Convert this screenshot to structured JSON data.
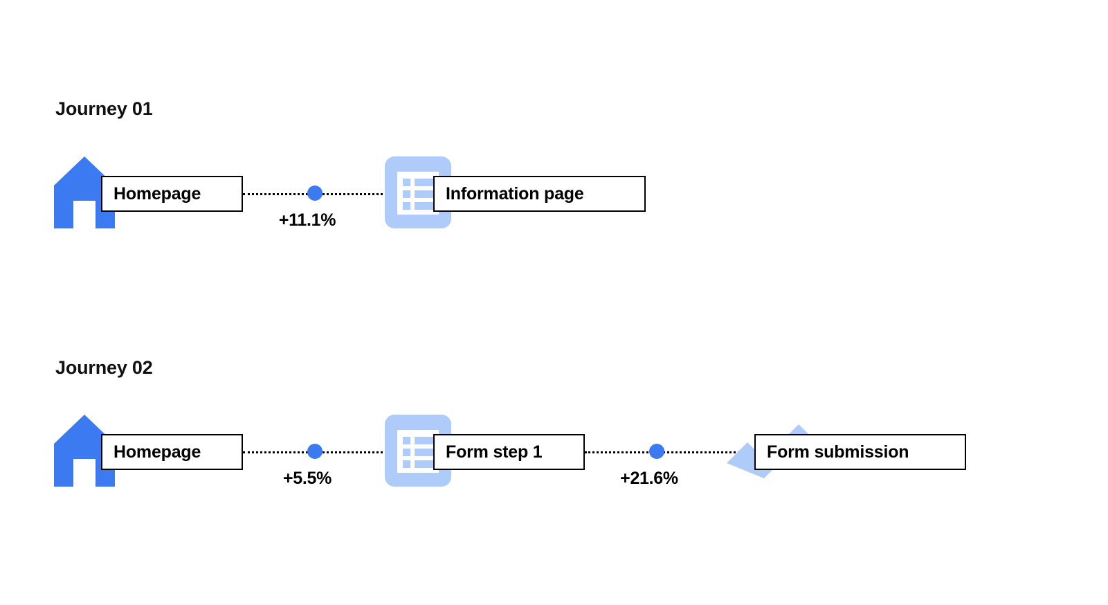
{
  "page": {
    "background": "#ffffff",
    "accent_blue": "#3b7af0",
    "icon_light_blue": "#aecbfa",
    "line_color": "#000000"
  },
  "journeys": [
    {
      "title": "Journey 01",
      "steps": [
        {
          "icon": "house-icon",
          "label": "Homepage"
        },
        {
          "icon": "list-page-icon",
          "label": "Information page"
        }
      ],
      "transitions": [
        {
          "delta": "+11.1%"
        }
      ]
    },
    {
      "title": "Journey 02",
      "steps": [
        {
          "icon": "house-icon",
          "label": "Homepage"
        },
        {
          "icon": "list-page-icon",
          "label": "Form step 1"
        },
        {
          "icon": "checkmark-icon",
          "label": "Form submission"
        }
      ],
      "transitions": [
        {
          "delta": "+5.5%"
        },
        {
          "delta": "+21.6%"
        }
      ]
    }
  ]
}
